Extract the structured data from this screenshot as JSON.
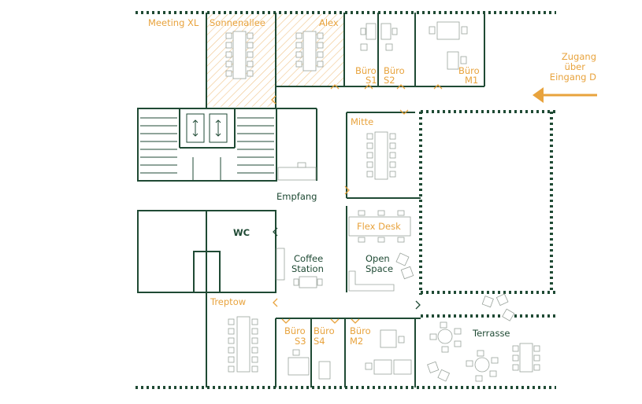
{
  "colors": {
    "wall": "#1f4a34",
    "accent": "#e8a33d",
    "furniture": "#9aa39c"
  },
  "rooms": {
    "meeting_xl": "Meeting XL",
    "sonnenallee": "Sonnenallee",
    "alex": "Alex",
    "buero_s1": [
      "Büro",
      "S1"
    ],
    "buero_s2": [
      "Büro",
      "S2"
    ],
    "buero_m1": [
      "Büro",
      "M1"
    ],
    "mitte": "Mitte",
    "empfang": "Empfang",
    "wc": "WC",
    "flex_desk": "Flex Desk",
    "coffee_station": [
      "Coffee",
      "Station"
    ],
    "open_space": [
      "Open",
      "Space"
    ],
    "treptow": "Treptow",
    "buero_s3": [
      "Büro",
      "S3"
    ],
    "buero_s4": [
      "Büro",
      "S4"
    ],
    "buero_m2": [
      "Büro",
      "M2"
    ],
    "terrasse": "Terrasse"
  },
  "access": {
    "lines": [
      "Zugang",
      "über",
      "Eingang D"
    ]
  },
  "icons": {
    "elevator": "elevator-arrows-icon",
    "entry_arrow": "arrow-left-icon"
  }
}
